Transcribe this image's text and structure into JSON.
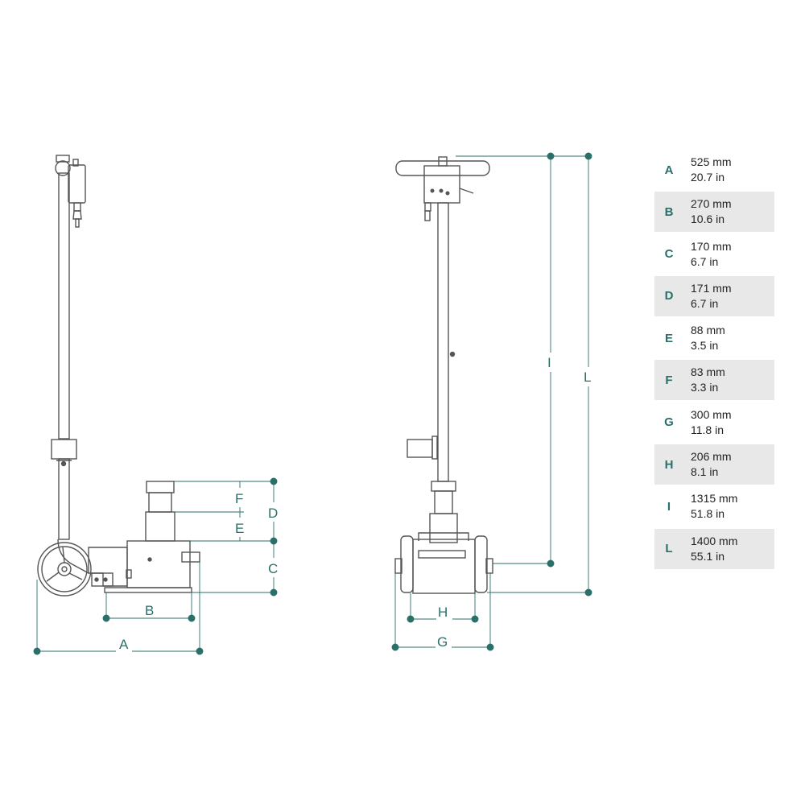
{
  "dimension_labels": {
    "A": "A",
    "B": "B",
    "C": "C",
    "D": "D",
    "E": "E",
    "F": "F",
    "G": "G",
    "H": "H",
    "I": "I",
    "L": "L"
  },
  "specs": [
    {
      "key": "A",
      "mm": "525 mm",
      "in": "20.7 in"
    },
    {
      "key": "B",
      "mm": "270 mm",
      "in": "10.6 in"
    },
    {
      "key": "C",
      "mm": "170 mm",
      "in": "6.7 in"
    },
    {
      "key": "D",
      "mm": "171 mm",
      "in": "6.7 in"
    },
    {
      "key": "E",
      "mm": "88 mm",
      "in": "3.5 in"
    },
    {
      "key": "F",
      "mm": "83 mm",
      "in": "3.3 in"
    },
    {
      "key": "G",
      "mm": "300 mm",
      "in": "11.8 in"
    },
    {
      "key": "H",
      "mm": "206 mm",
      "in": "8.1 in"
    },
    {
      "key": "I",
      "mm": "1315 mm",
      "in": "51.8 in"
    },
    {
      "key": "L",
      "mm": "1400 mm",
      "in": "55.1 in"
    }
  ],
  "colors": {
    "accent": "#2b6f6a",
    "outline": "#555555",
    "row_shade": "#e8e8e8"
  }
}
